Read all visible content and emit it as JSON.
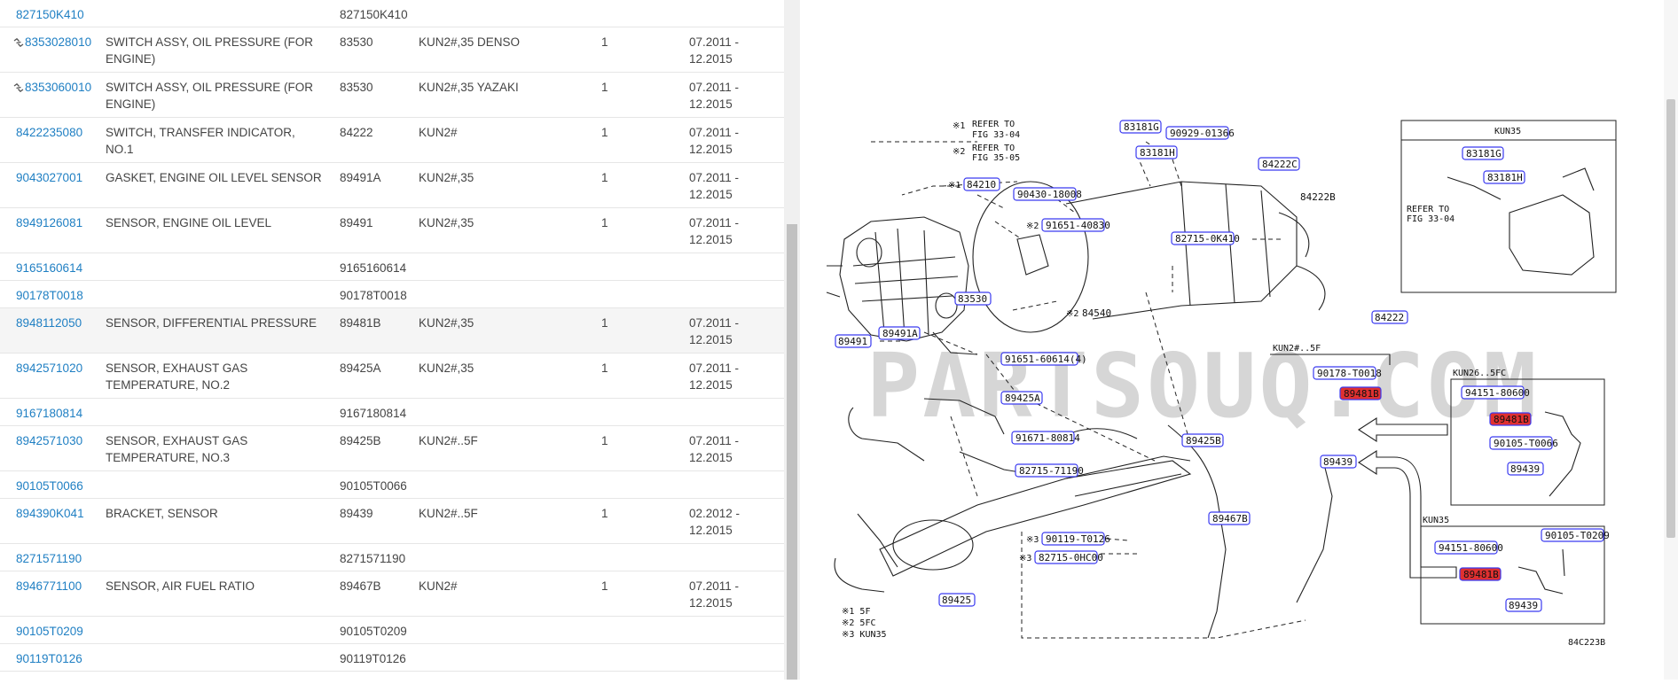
{
  "parts": [
    {
      "part_no": "827150K410",
      "description": "",
      "ref": "827150K410",
      "model": "",
      "qty": "",
      "date": "",
      "linked": false,
      "highlight": false
    },
    {
      "part_no": "8353028010",
      "description": "SWITCH ASSY, OIL PRESSURE (FOR ENGINE)",
      "ref": "83530",
      "model": "KUN2#,35 DENSO",
      "qty": "1",
      "date": "07.2011 - 12.2015",
      "linked": true,
      "highlight": false
    },
    {
      "part_no": "8353060010",
      "description": "SWITCH ASSY, OIL PRESSURE (FOR ENGINE)",
      "ref": "83530",
      "model": "KUN2#,35 YAZAKI",
      "qty": "1",
      "date": "07.2011 - 12.2015",
      "linked": true,
      "highlight": false
    },
    {
      "part_no": "8422235080",
      "description": "SWITCH, TRANSFER INDICATOR, NO.1",
      "ref": "84222",
      "model": "KUN2#",
      "qty": "1",
      "date": "07.2011 - 12.2015",
      "linked": false,
      "highlight": false
    },
    {
      "part_no": "9043027001",
      "description": "GASKET, ENGINE OIL LEVEL SENSOR",
      "ref": "89491A",
      "model": "KUN2#,35",
      "qty": "1",
      "date": "07.2011 - 12.2015",
      "linked": false,
      "highlight": false
    },
    {
      "part_no": "8949126081",
      "description": "SENSOR, ENGINE OIL LEVEL",
      "ref": "89491",
      "model": "KUN2#,35",
      "qty": "1",
      "date": "07.2011 - 12.2015",
      "linked": false,
      "highlight": false
    },
    {
      "part_no": "9165160614",
      "description": "",
      "ref": "9165160614",
      "model": "",
      "qty": "",
      "date": "",
      "linked": false,
      "highlight": false
    },
    {
      "part_no": "90178T0018",
      "description": "",
      "ref": "90178T0018",
      "model": "",
      "qty": "",
      "date": "",
      "linked": false,
      "highlight": false
    },
    {
      "part_no": "8948112050",
      "description": "SENSOR, DIFFERENTIAL PRESSURE",
      "ref": "89481B",
      "model": "KUN2#,35",
      "qty": "1",
      "date": "07.2011 - 12.2015",
      "linked": false,
      "highlight": true
    },
    {
      "part_no": "8942571020",
      "description": "SENSOR, EXHAUST GAS TEMPERATURE, NO.2",
      "ref": "89425A",
      "model": "KUN2#,35",
      "qty": "1",
      "date": "07.2011 - 12.2015",
      "linked": false,
      "highlight": false
    },
    {
      "part_no": "9167180814",
      "description": "",
      "ref": "9167180814",
      "model": "",
      "qty": "",
      "date": "",
      "linked": false,
      "highlight": false
    },
    {
      "part_no": "8942571030",
      "description": "SENSOR, EXHAUST GAS TEMPERATURE, NO.3",
      "ref": "89425B",
      "model": "KUN2#..5F",
      "qty": "1",
      "date": "07.2011 - 12.2015",
      "linked": false,
      "highlight": false
    },
    {
      "part_no": "90105T0066",
      "description": "",
      "ref": "90105T0066",
      "model": "",
      "qty": "",
      "date": "",
      "linked": false,
      "highlight": false
    },
    {
      "part_no": "894390K041",
      "description": "BRACKET, SENSOR",
      "ref": "89439",
      "model": "KUN2#..5F",
      "qty": "1",
      "date": "02.2012 - 12.2015",
      "linked": false,
      "highlight": false
    },
    {
      "part_no": "8271571190",
      "description": "",
      "ref": "8271571190",
      "model": "",
      "qty": "",
      "date": "",
      "linked": false,
      "highlight": false
    },
    {
      "part_no": "8946771100",
      "description": "SENSOR, AIR FUEL RATIO",
      "ref": "89467B",
      "model": "KUN2#",
      "qty": "1",
      "date": "07.2011 - 12.2015",
      "linked": false,
      "highlight": false
    },
    {
      "part_no": "90105T0209",
      "description": "",
      "ref": "90105T0209",
      "model": "",
      "qty": "",
      "date": "",
      "linked": false,
      "highlight": false
    },
    {
      "part_no": "90119T0126",
      "description": "",
      "ref": "90119T0126",
      "model": "",
      "qty": "",
      "date": "",
      "linked": false,
      "highlight": false
    }
  ],
  "diagram": {
    "watermark": "PARTSOUQ.COM",
    "figure_id": "84C223B",
    "notes": {
      "n1_mark": "※1",
      "n1_text": "REFER TO",
      "n1_fig": "FIG 33-04",
      "n2_mark": "※2",
      "n2_text": "REFER TO",
      "n2_fig": "FIG 35-05",
      "legend1": "※1 5F",
      "legend2": "※2 5FC",
      "legend3": "※3 KUN35"
    },
    "inset_kun35_top": {
      "title": "KUN35",
      "refer": "REFER TO",
      "fig": "FIG 33-04",
      "l1": "83181G",
      "l2": "83181H"
    },
    "group_label": "KUN2#..5F",
    "inset_kun26": {
      "title": "KUN26..5FC",
      "l1": "94151-80600",
      "l2": "89481B",
      "l3": "90105-T0066",
      "l4": "89439"
    },
    "inset_kun35_bot": {
      "title": "KUN35",
      "l1": "90105-T0209",
      "l2": "94151-80600",
      "l3": "89481B",
      "l4": "89439"
    },
    "labels": {
      "a83181g": "83181G",
      "a90929": "90929-01366",
      "a83181h": "83181H",
      "a84222c": "84222C",
      "a84210": "84210",
      "a90430": "90430-18008",
      "a84222b": "84222B",
      "a91651_40830": "91651-40830",
      "a82715_0k410": "82715-0K410",
      "a83530": "83530",
      "a84540": "84540",
      "a84222": "84222",
      "a89491": "89491",
      "a89491a": "89491A",
      "a91651_60614": "91651-60614(4)",
      "a90178": "90178-T0018",
      "a89481b": "89481B",
      "a89425a": "89425A",
      "a91671": "91671-80814",
      "a89425b": "89425B",
      "a89439": "89439",
      "a82715_71190": "82715-71190",
      "a89467b": "89467B",
      "a90119": "90119-T0126",
      "a82715_0hc00": "82715-0HC00",
      "a89425": "89425",
      "m_x2a": "※2",
      "m_x2b": "※2",
      "m_x1": "※1",
      "m_x3a": "※3",
      "m_x3b": "※3"
    }
  }
}
